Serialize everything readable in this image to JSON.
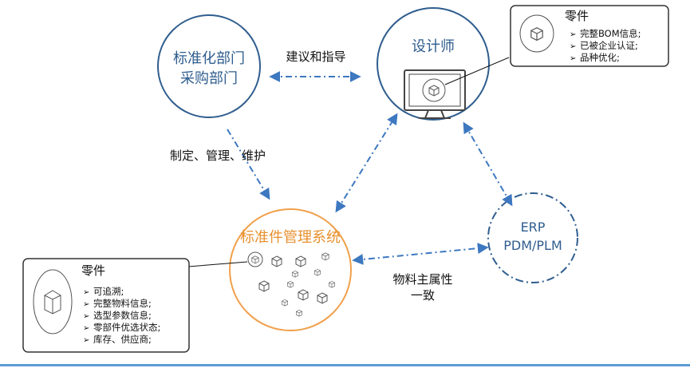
{
  "nodes": {
    "procurement": {
      "line1": "标准化部门",
      "line2": "采购部门"
    },
    "designer": {
      "label": "设计师"
    },
    "sms": {
      "label": "标准件管理系统"
    },
    "erp": {
      "line1": "ERP",
      "line2": "PDM/PLM"
    }
  },
  "edges": {
    "advice": "建议和指导",
    "maintain": "制定、管理、维护",
    "consistent_line1": "物料主属性",
    "consistent_line2": "一致"
  },
  "callout_top": {
    "title": "零件",
    "items": [
      "完整BOM信息;",
      "已被企业认证;",
      "品种优化;"
    ]
  },
  "callout_bottom": {
    "title": "零件",
    "items": [
      "可追溯;",
      "完整物料信息;",
      "选型参数信息;",
      "零部件优选状态;",
      "库存、供应商;"
    ]
  },
  "colors": {
    "blue": "#2f5d8e",
    "arrow": "#3d78c0",
    "orange": "#f0a04b",
    "orange_text": "#e8902e",
    "box_border": "#333333",
    "bottom_bar": "#5b9bd5"
  },
  "icons": [
    "cube-icon",
    "monitor-icon",
    "bullet-arrow-icon"
  ]
}
